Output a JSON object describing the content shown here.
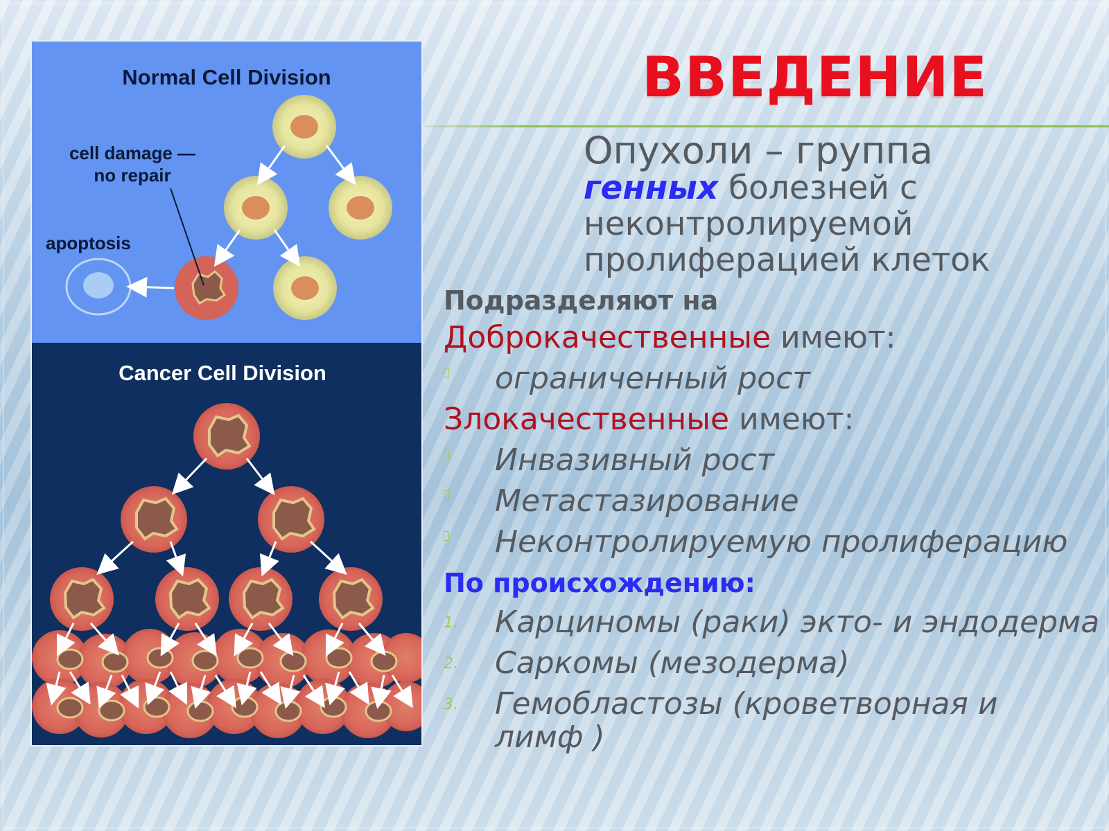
{
  "figure": {
    "normal_title": "Normal Cell Division",
    "damage_label_1": "cell damage —",
    "damage_label_2": "no repair",
    "apoptosis_label": "apoptosis",
    "cancer_title": "Cancer Cell Division"
  },
  "title": "ВВЕДЕНИЕ",
  "lead": {
    "line1": "Опухоли – группа",
    "genetic": "генных",
    "rest": " болезней с неконтролируемой пролиферацией клеток"
  },
  "content": {
    "subhead": "Подразделяют на",
    "benign_label": "Доброкачественные",
    "benign_suffix": " имеют:",
    "benign_items": [
      "ограниченный рост"
    ],
    "malignant_label": "Злокачественные",
    "malignant_suffix": " имеют:",
    "malignant_items": [
      "Инвазивный рост",
      "Метастазирование",
      "Неконтролируемую пролиферацию"
    ],
    "origin_heading": "По происхождению:",
    "origin_items": [
      {
        "num": "1.",
        "text": "Карциномы (раки) экто- и эндодерма"
      },
      {
        "num": "2.",
        "text": "Саркомы (мезодерма)"
      },
      {
        "num": "3.",
        "text": "Гемобластозы (кроветворная и",
        "text2": "лимф )"
      }
    ]
  },
  "colors": {
    "title_red": "#e8101e",
    "category_red": "#b0121e",
    "accent_blue": "#2b2bf2",
    "bullet_green": "#9ccc55",
    "normal_panel": "#5f8ff0",
    "cancer_panel": "#0e2f5f"
  }
}
